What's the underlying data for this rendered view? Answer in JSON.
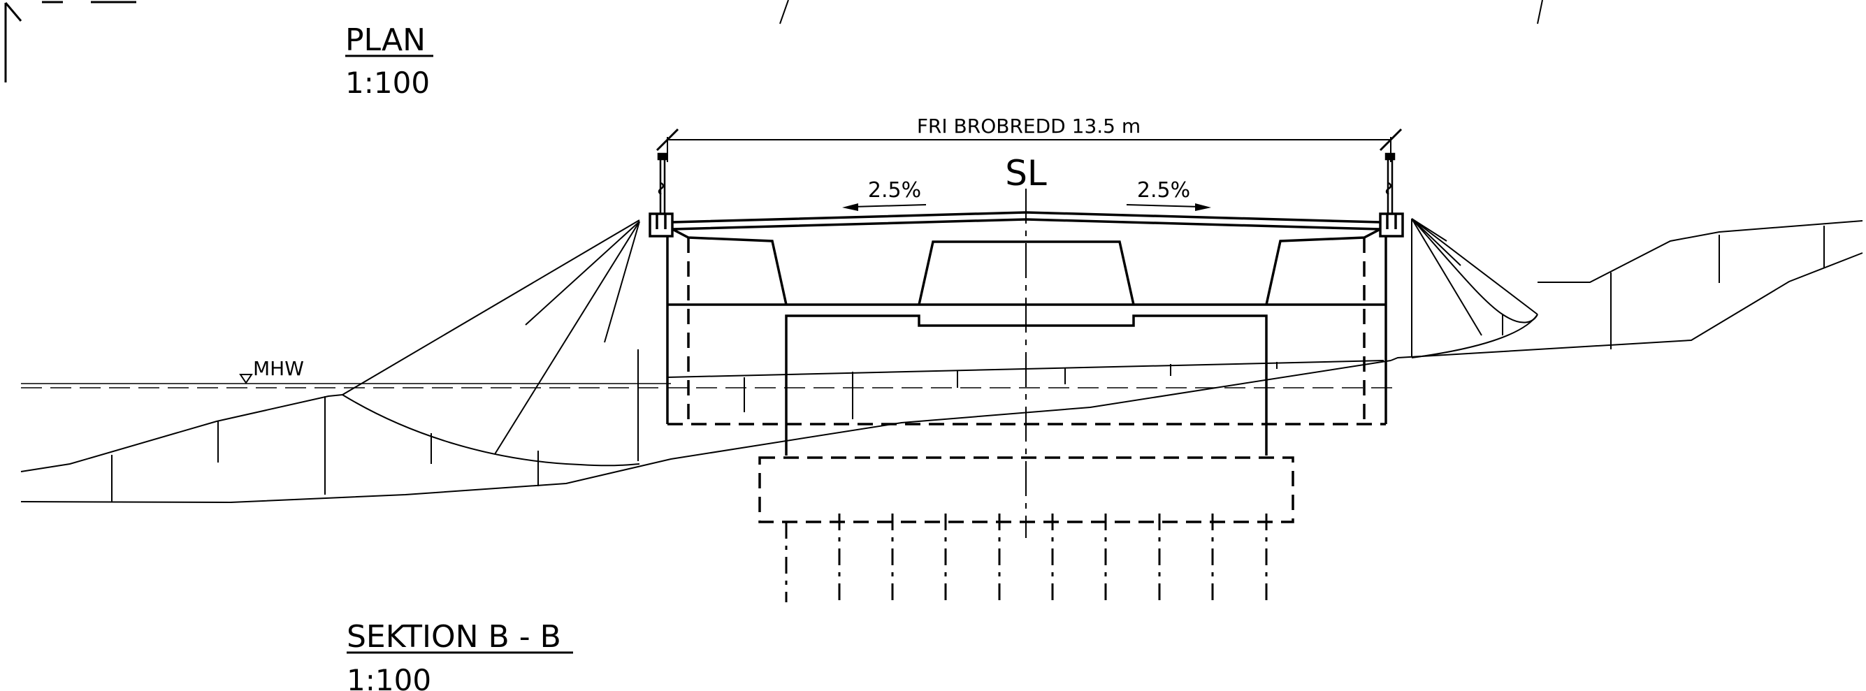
{
  "plan": {
    "title": "PLAN",
    "scale": "1:100"
  },
  "section": {
    "title": "SEKTION B - B",
    "scale": "1:100"
  },
  "deck": {
    "clear_width_label": "FRI BROBREDD 13.5 m",
    "centerline_label": "SL",
    "slope_left": "2.5%",
    "slope_right": "2.5%"
  },
  "water": {
    "level_label": "MHW"
  },
  "colors": {
    "line": "#000000",
    "background": "#ffffff"
  }
}
